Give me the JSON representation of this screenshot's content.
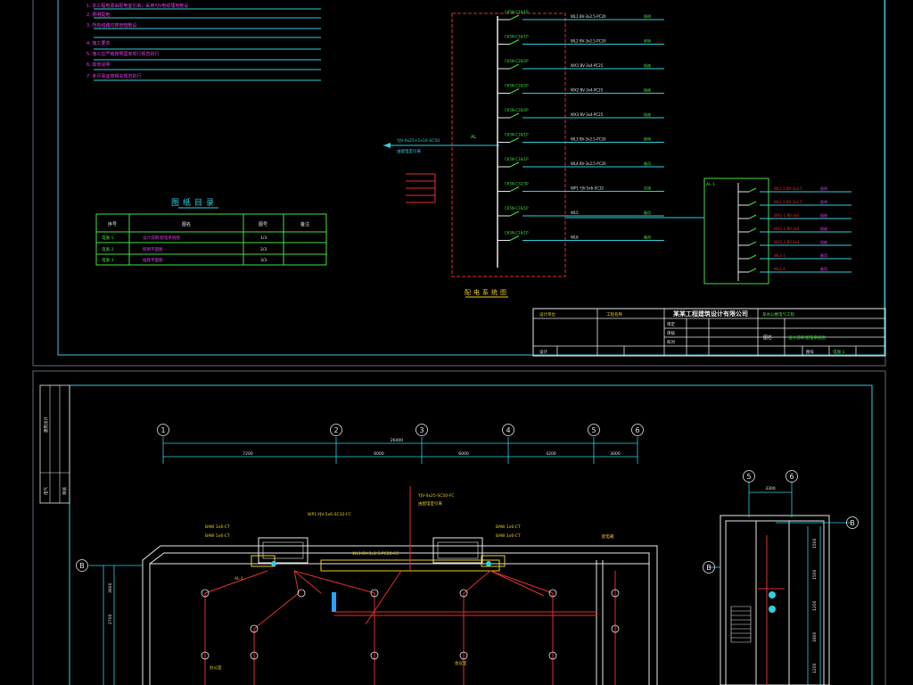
{
  "notes": {
    "lines": [
      "1. 本工程电源由配电室引来，采用YJV电缆埋地敷设",
      "2. 照明配电",
      "3. 所有线路均穿管暗敷设",
      "4. 施工要求",
      "5. 施工应严格按照国家现行规范执行",
      "6. 其他说明",
      "7. 未尽事宜按相关规范执行"
    ]
  },
  "drawing_index": {
    "title": "图纸目录",
    "headers": [
      "序号",
      "图名",
      "图号",
      "备注"
    ],
    "rows": [
      [
        "电施-1",
        "设计说明 配电系统图",
        "1/3",
        ""
      ],
      [
        "电施-2",
        "照明平面图",
        "2/3",
        ""
      ],
      [
        "电施-3",
        "插座平面图",
        "3/3",
        ""
      ]
    ]
  },
  "system": {
    "caption": "配电系统图",
    "incoming": "YJV-4x25+1x16-SC50",
    "incoming2": "由配电室引来",
    "panel_label": "AL",
    "sub_panel_label": "AL-1",
    "circuits": [
      {
        "breaker": "C65N-C16/1P",
        "cable": "WL1 BV-3x2.5-PC20",
        "load": "照明"
      },
      {
        "breaker": "C65N-C16/1P",
        "cable": "WL2 BV-3x2.5-PC20",
        "load": "照明"
      },
      {
        "breaker": "C65N-C20/2P",
        "cable": "WX1 BV-3x4-PC25",
        "load": "插座"
      },
      {
        "breaker": "C65N-C20/2P",
        "cable": "WX2 BV-3x4-PC25",
        "load": "插座"
      },
      {
        "breaker": "C65N-C20/2P",
        "cable": "WX3 BV-3x4-PC25",
        "load": "插座"
      },
      {
        "breaker": "C65N-C16/1P",
        "cable": "WL3 BV-3x2.5-PC20",
        "load": "照明"
      },
      {
        "breaker": "C65N-C16/1P",
        "cable": "WL4 BV-3x2.5-PC20",
        "load": "备用"
      },
      {
        "breaker": "C65N-C32/3P",
        "cable": "WP1 YJV-5x6-SC32",
        "load": "空调"
      },
      {
        "breaker": "C65N-C16/1P",
        "cable": "WL5",
        "load": "备用"
      },
      {
        "breaker": "C65N-C16/1P",
        "cable": "WL6",
        "load": "备用"
      }
    ],
    "sub_circuits": [
      {
        "cable": "WL1-1 BV-3x2.5",
        "load": "照明"
      },
      {
        "cable": "WL1-2 BV-3x2.5",
        "load": "照明"
      },
      {
        "cable": "WX1-1 BV-3x4",
        "load": "插座"
      },
      {
        "cable": "WX1-2 BV-3x4",
        "load": "插座"
      },
      {
        "cable": "WX1-3 BV-3x4",
        "load": "插座"
      },
      {
        "cable": "WL1-3",
        "load": "备用"
      },
      {
        "cable": "WL1-4",
        "load": "备用"
      }
    ]
  },
  "title_block": {
    "unit": "设计单位",
    "project_label": "工程名称",
    "company": "某某工程建筑设计有限公司",
    "rows": [
      "审定",
      "审核",
      "校对",
      "设计"
    ],
    "sheet_label": "图名",
    "sheet_value": "设计说明 配电系统图",
    "number_label": "图号",
    "number_value": "电施-1",
    "project_name": "某办公楼电气工程"
  },
  "plan": {
    "axes_top": [
      "1",
      "2",
      "3",
      "4",
      "5",
      "6"
    ],
    "axes_right_top": [
      "5",
      "6"
    ],
    "axis_side": [
      "B",
      "B",
      "B"
    ],
    "total_dim": "26400",
    "dims": [
      "7200",
      "6000",
      "6000",
      "4200",
      "3000"
    ],
    "stair_dim": "3300",
    "left_dim": "3600",
    "left_dim2": "2700",
    "right_dims": [
      "1500",
      "1500",
      "1200",
      "1800",
      "1200"
    ],
    "labels": {
      "feed1": "YJV-4x25-SC50-FC",
      "feed2": "由配电室引来",
      "feed3": "WP1-YJV-5x6-SC32-FC",
      "box1": "BAW 1x6-CT",
      "box2": "BAW 1x6-CT",
      "box3": "BAW 1x6-CT",
      "box4": "BAW 1x6-CT",
      "mid_label": "WL1-BV-3x2.5-PC20-CC",
      "top_right": "配电箱",
      "room1": "办公室",
      "room2": "会议室",
      "al": "AL-1"
    },
    "stamp": [
      "建筑设计",
      "电气",
      "审核"
    ]
  }
}
